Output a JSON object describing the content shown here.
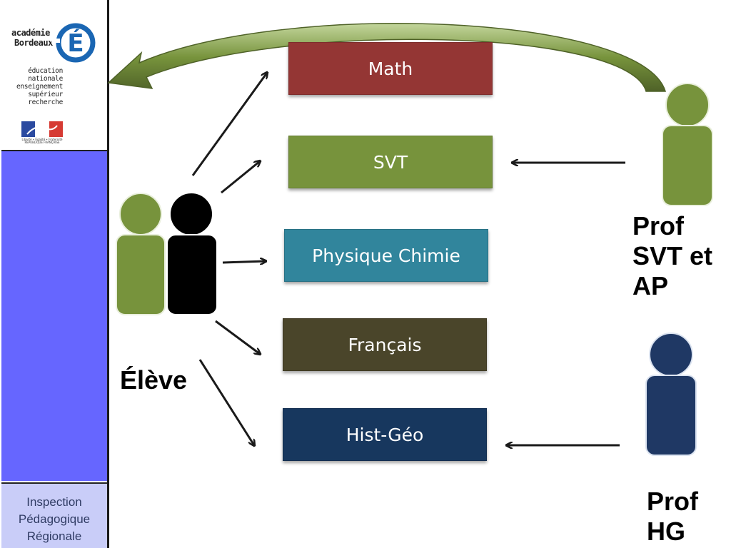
{
  "sidebar": {
    "logo": {
      "academie_line1": "académie",
      "academie_line2": "Bordeaux",
      "letter": "É",
      "ministry_lines": [
        "éducation",
        "nationale",
        "enseignement",
        "supérieur",
        "recherche"
      ],
      "flag_caption": "Liberté • Égalité • Fraternité RÉPUBLIQUE FRANÇAISE"
    },
    "panel_color": "#6666ff",
    "footer_lines": [
      "Inspection",
      "Pédagogique",
      "Régionale"
    ]
  },
  "subjects": [
    {
      "label": "Math",
      "color": "#943634"
    },
    {
      "label": "SVT",
      "color": "#77933c"
    },
    {
      "label": "Physique Chimie",
      "color": "#31859c"
    },
    {
      "label": "Français",
      "color": "#4a452a"
    },
    {
      "label": "Hist-Géo",
      "color": "#17375e"
    }
  ],
  "actors": {
    "student_label": "Élève",
    "prof_svt_lines": [
      "Prof",
      "SVT et",
      "AP"
    ],
    "prof_hg_lines": [
      "Prof",
      "HG"
    ]
  },
  "colors": {
    "green_person": "#77933c",
    "black_person": "#000000",
    "navy_person": "#1f3864",
    "curved_arrow": "#77933c"
  }
}
